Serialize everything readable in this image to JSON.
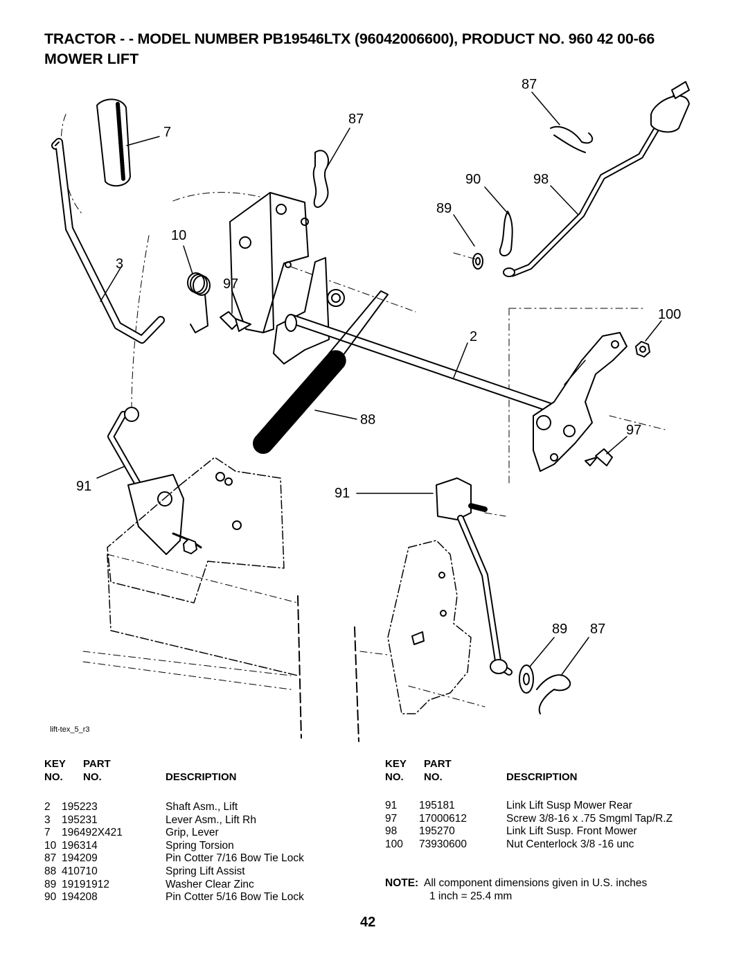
{
  "header": {
    "title": "TRACTOR - - MODEL NUMBER PB19546LTX (96042006600), PRODUCT NO. 960 42 00-66",
    "subtitle": "MOWER LIFT"
  },
  "diagram": {
    "drawing_code": "lift-tex_5_r3",
    "callouts": [
      "87",
      "87",
      "7",
      "90",
      "98",
      "89",
      "10",
      "3",
      "97",
      "100",
      "2",
      "88",
      "97",
      "91",
      "91",
      "89",
      "87"
    ]
  },
  "table_left": {
    "headers": {
      "key1": "KEY",
      "key2": "NO.",
      "part1": "PART",
      "part2": "NO.",
      "description": "DESCRIPTION"
    },
    "rows": [
      {
        "key": "2",
        "part": "195223",
        "desc": "Shaft Asm., Lift"
      },
      {
        "key": "3",
        "part": "195231",
        "desc": "Lever Asm., Lift Rh"
      },
      {
        "key": "7",
        "part": "196492X421",
        "desc": "Grip, Lever"
      },
      {
        "key": "10",
        "part": "196314",
        "desc": "Spring  Torsion"
      },
      {
        "key": "87",
        "part": "194209",
        "desc": "Pin Cotter 7/16 Bow Tie Lock"
      },
      {
        "key": "88",
        "part": "410710",
        "desc": "Spring Lift Assist"
      },
      {
        "key": "89",
        "part": "19191912",
        "desc": "Washer Clear Zinc"
      },
      {
        "key": "90",
        "part": "194208",
        "desc": "Pin Cotter 5/16 Bow Tie Lock"
      }
    ]
  },
  "table_right": {
    "headers": {
      "key1": "KEY",
      "key2": "NO.",
      "part1": "PART",
      "part2": "NO.",
      "description": "DESCRIPTION"
    },
    "rows": [
      {
        "key": "91",
        "part": "195181",
        "desc": "Link Lift Susp Mower Rear"
      },
      {
        "key": "97",
        "part": "17000612",
        "desc": "Screw 3/8-16 x .75 Smgml Tap/R.Z"
      },
      {
        "key": "98",
        "part": "195270",
        "desc": "Link Lift Susp. Front Mower"
      },
      {
        "key": "100",
        "part": "73930600",
        "desc": "Nut Centerlock 3/8 -16 unc"
      }
    ]
  },
  "note": {
    "label": "NOTE:",
    "line1": "All component dimensions given in U.S. inches",
    "line2": "1 inch = 25.4 mm"
  },
  "page_number": "42"
}
